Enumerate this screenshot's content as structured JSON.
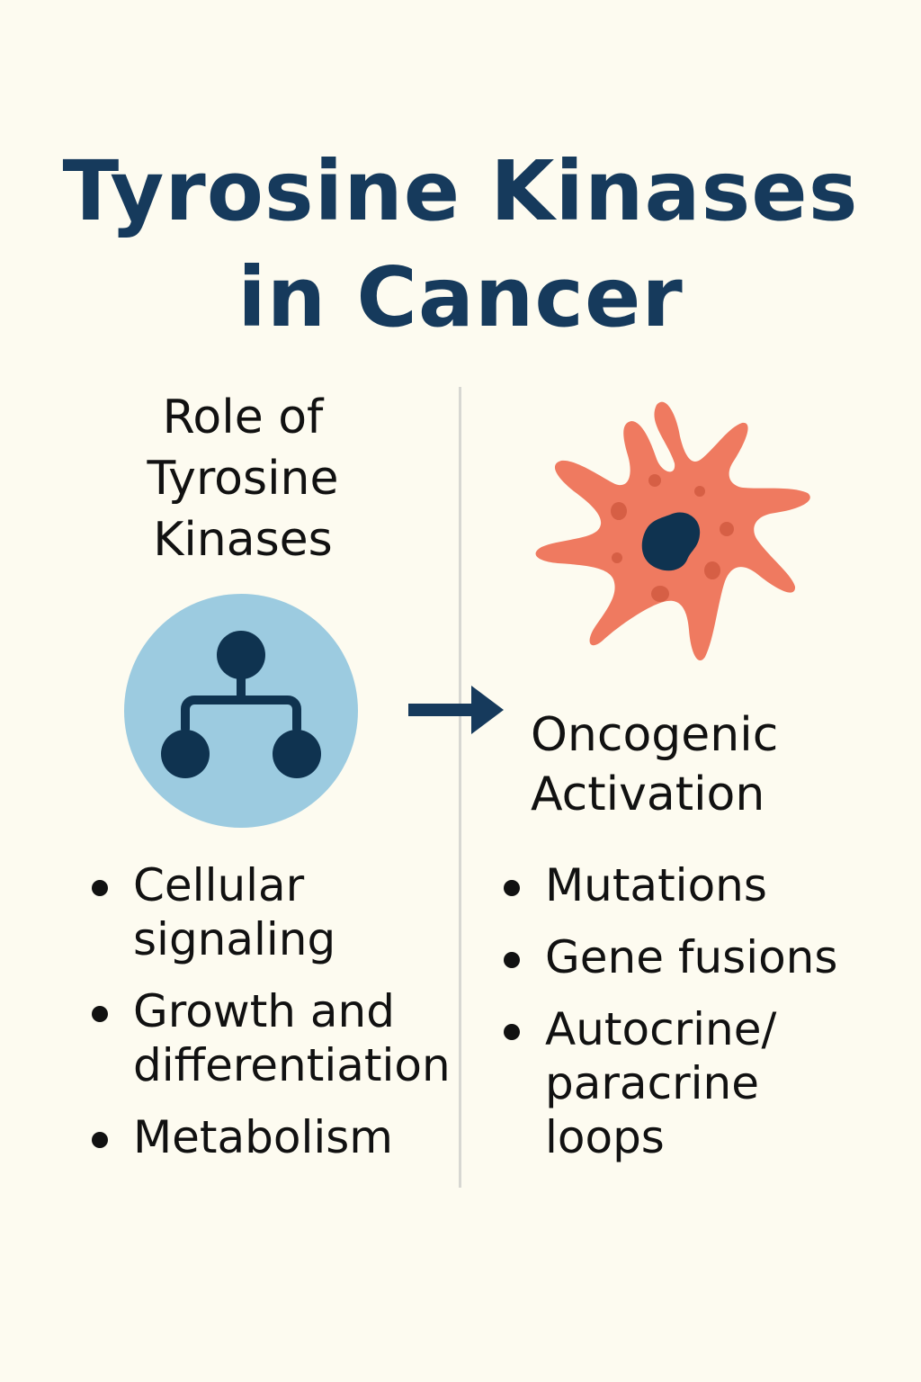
{
  "title": {
    "line1": "Tyrosine Kinases",
    "line2": "in Cancer",
    "color": "#163a5c"
  },
  "left": {
    "heading": [
      "Role of",
      "Tyrosine",
      "Kinases"
    ],
    "icon": "signaling-network-icon",
    "icon_bg_color": "#9ccbe0",
    "icon_fg_color": "#0f3350",
    "bullets": [
      {
        "lines": [
          "Cellular",
          "signaling"
        ]
      },
      {
        "lines": [
          "Growth and",
          "differentiation"
        ]
      },
      {
        "lines": [
          "Metabolism"
        ]
      }
    ]
  },
  "right": {
    "icon": "cancer-cell-icon",
    "cell_color": "#ef7a60",
    "spot_color": "#d65f45",
    "nucleus_color": "#0f3350",
    "heading": [
      "Oncogenic",
      "Activation"
    ],
    "bullets": [
      {
        "lines": [
          "Mutations"
        ]
      },
      {
        "lines": [
          "Gene fusions"
        ]
      },
      {
        "lines": [
          "Autocrine/",
          "paracrine",
          "loops"
        ]
      }
    ]
  },
  "connector": {
    "icon": "arrow-right-icon",
    "color": "#163a5c"
  }
}
